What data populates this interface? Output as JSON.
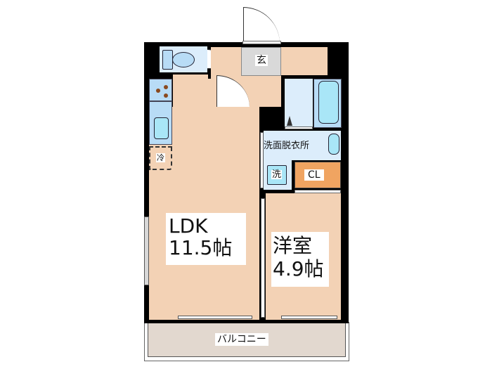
{
  "floorplan": {
    "rooms": {
      "ldk": {
        "name": "LDK",
        "size": "11.5帖"
      },
      "western_room": {
        "name": "洋室",
        "size": "4.9帖"
      },
      "entrance": {
        "label": "玄"
      },
      "washroom": {
        "label": "洗面脱衣所"
      },
      "washing_machine": {
        "label": "洗"
      },
      "closet": {
        "label": "CL"
      },
      "refrigerator": {
        "label": "冷"
      },
      "balcony": {
        "label": "バルコニー"
      }
    },
    "colors": {
      "wall": "#000000",
      "floor": "#f3d2b5",
      "wet_area": "#dcedfb",
      "fixture": "#b8dcf6",
      "tub": "#a9e6f7",
      "entrance": "#d9d9d9",
      "closet": "#f0a461",
      "balcony": "#e2d8cf"
    }
  }
}
